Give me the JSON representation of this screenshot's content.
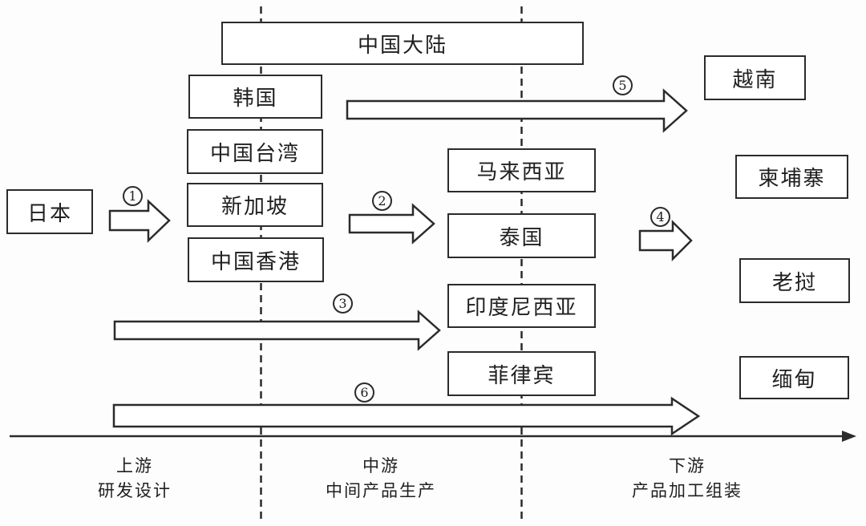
{
  "colors": {
    "background": "#fdfdfd",
    "line": "#2b2b2b",
    "box_fill": "#ffffff",
    "text": "#1f1f1f"
  },
  "boxes": [
    {
      "id": "china-mainland",
      "label": "中国大陆"
    },
    {
      "id": "south-korea",
      "label": "韩国"
    },
    {
      "id": "taiwan-china",
      "label": "中国台湾"
    },
    {
      "id": "singapore",
      "label": "新加坡"
    },
    {
      "id": "hong-kong-china",
      "label": "中国香港"
    },
    {
      "id": "japan",
      "label": "日本"
    },
    {
      "id": "malaysia",
      "label": "马来西亚"
    },
    {
      "id": "thailand",
      "label": "泰国"
    },
    {
      "id": "indonesia",
      "label": "印度尼西亚"
    },
    {
      "id": "philippines",
      "label": "菲律宾"
    },
    {
      "id": "vietnam",
      "label": "越南"
    },
    {
      "id": "cambodia",
      "label": "柬埔寨"
    },
    {
      "id": "laos",
      "label": "老挝"
    },
    {
      "id": "myanmar",
      "label": "缅甸"
    }
  ],
  "flow_arrows": [
    {
      "label": "1"
    },
    {
      "label": "2"
    },
    {
      "label": "3"
    },
    {
      "label": "4"
    },
    {
      "label": "5"
    },
    {
      "label": "6"
    }
  ],
  "stages": [
    {
      "title": "上游",
      "subtitle": "研发设计"
    },
    {
      "title": "中游",
      "subtitle": "中间产品生产"
    },
    {
      "title": "下游",
      "subtitle": "产品加工组装"
    }
  ]
}
